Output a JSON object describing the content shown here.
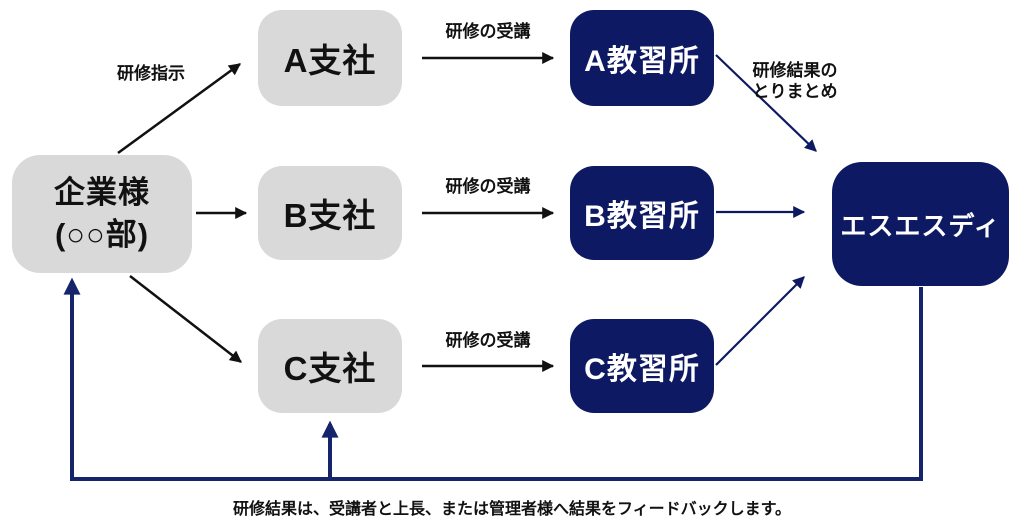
{
  "nodes": {
    "company": {
      "line1": "企業様",
      "line2": "(○○部)"
    },
    "branch_a": {
      "label": "A支社"
    },
    "branch_b": {
      "label": "B支社"
    },
    "branch_c": {
      "label": "C支社"
    },
    "school_a": {
      "label": "A教習所"
    },
    "school_b": {
      "label": "B教習所"
    },
    "school_c": {
      "label": "C教習所"
    },
    "ssd": {
      "label": "エスエスディ"
    }
  },
  "edges": {
    "instruction_label": "研修指示",
    "attendance_label_a": "研修の受講",
    "attendance_label_b": "研修の受講",
    "attendance_label_c": "研修の受講",
    "results_line1": "研修結果の",
    "results_line2": "とりまとめ"
  },
  "caption": {
    "text": "研修結果は、受講者と上長、または管理者様へ結果をフィードバックします。"
  },
  "colors": {
    "navy": "#0d1a63",
    "feedback_line": "#16256b",
    "box_gray": "#d9d9d9",
    "ink": "#111111"
  }
}
